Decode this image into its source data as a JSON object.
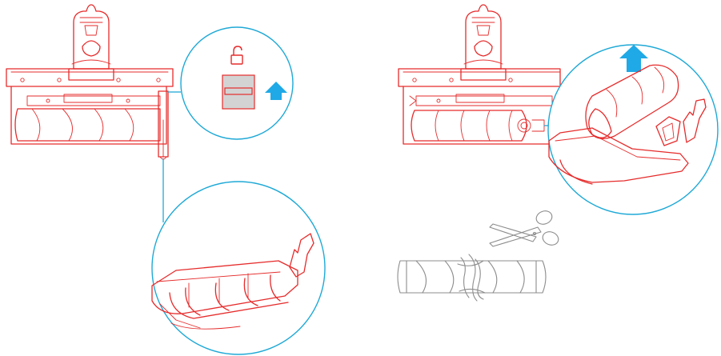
{
  "colors": {
    "line_red": "#e62b2b",
    "callout_cyan": "#1fa9d6",
    "arrow_blue": "#1fa9e6",
    "latch_gray": "#d3d3d3",
    "outline_gray": "#8c8c8c"
  },
  "icons": {
    "unlock": "unlock-icon",
    "arrow_up": "arrow-up-icon",
    "scissors": "scissors-icon"
  },
  "steps": [
    {
      "id": "step-1",
      "description_icon": "unlock-icon"
    },
    {
      "id": "step-2",
      "description_icon": "arrow-up-icon"
    },
    {
      "id": "step-3",
      "description_icon": "scissors-icon"
    }
  ]
}
